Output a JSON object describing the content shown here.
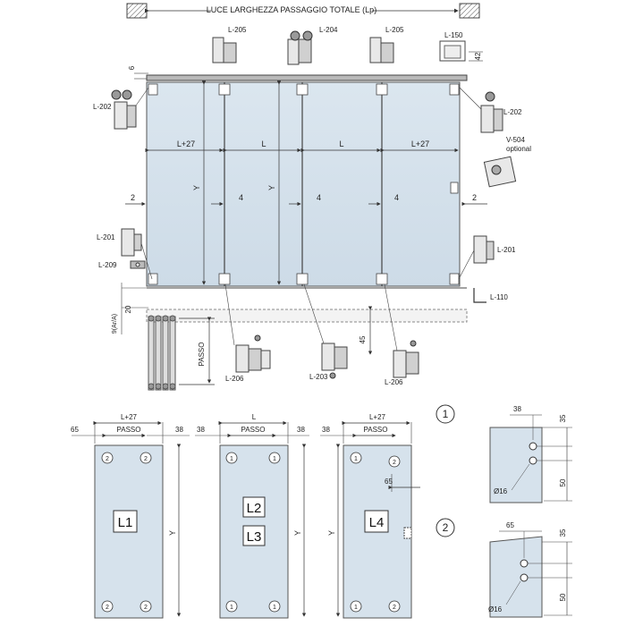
{
  "header": {
    "title": "LUCE LARGHEZZA PASSAGGIO TOTALE (Lp)"
  },
  "parts": {
    "l205_left": "L-205",
    "l204": "L-204",
    "l205_right": "L-205",
    "l150": "L-150",
    "l202_left": "L-202",
    "l202_right": "L-202",
    "v504": "V-504",
    "v504_note": "optional",
    "l201_left": "L-201",
    "l209": "L-209",
    "l201_right": "L-201",
    "l110": "L-110",
    "l206_left": "L-206",
    "l203": "L-203",
    "l206_right": "L-206"
  },
  "elevation": {
    "dim_6": "6",
    "dim_42": "42",
    "w1": "L+27",
    "w2": "L",
    "w3": "L",
    "w4": "L+27",
    "h1": "Y",
    "h2": "Y",
    "gap_left": "2",
    "gap_right": "2",
    "joint1": "4",
    "joint2": "4",
    "joint3": "4",
    "dim_20": "20",
    "dim_9": "9(Ar/A)",
    "dim_45": "45",
    "passo": "PASSO"
  },
  "panels": {
    "p1": {
      "dim_top": "L+27",
      "passo": "PASSO",
      "left": "65",
      "right": "38",
      "label": "L1",
      "y": "Y"
    },
    "p2": {
      "dim_top": "L",
      "passo": "PASSO",
      "left": "38",
      "right": "38",
      "label_a": "L2",
      "label_b": "L3",
      "y": "Y"
    },
    "p3": {
      "dim_top": "L+27",
      "passo": "PASSO",
      "left": "38",
      "right": "",
      "label": "L4",
      "y": "Y",
      "dim_65": "65"
    }
  },
  "details": {
    "d1": {
      "marker": "1",
      "top": "38",
      "v1": "35",
      "v2": "50",
      "diam": "Ø16"
    },
    "d2": {
      "marker": "2",
      "top": "65",
      "v1": "35",
      "v2": "50",
      "diam": "Ø16"
    }
  },
  "hole_markers": {
    "one": "1",
    "two": "2"
  }
}
